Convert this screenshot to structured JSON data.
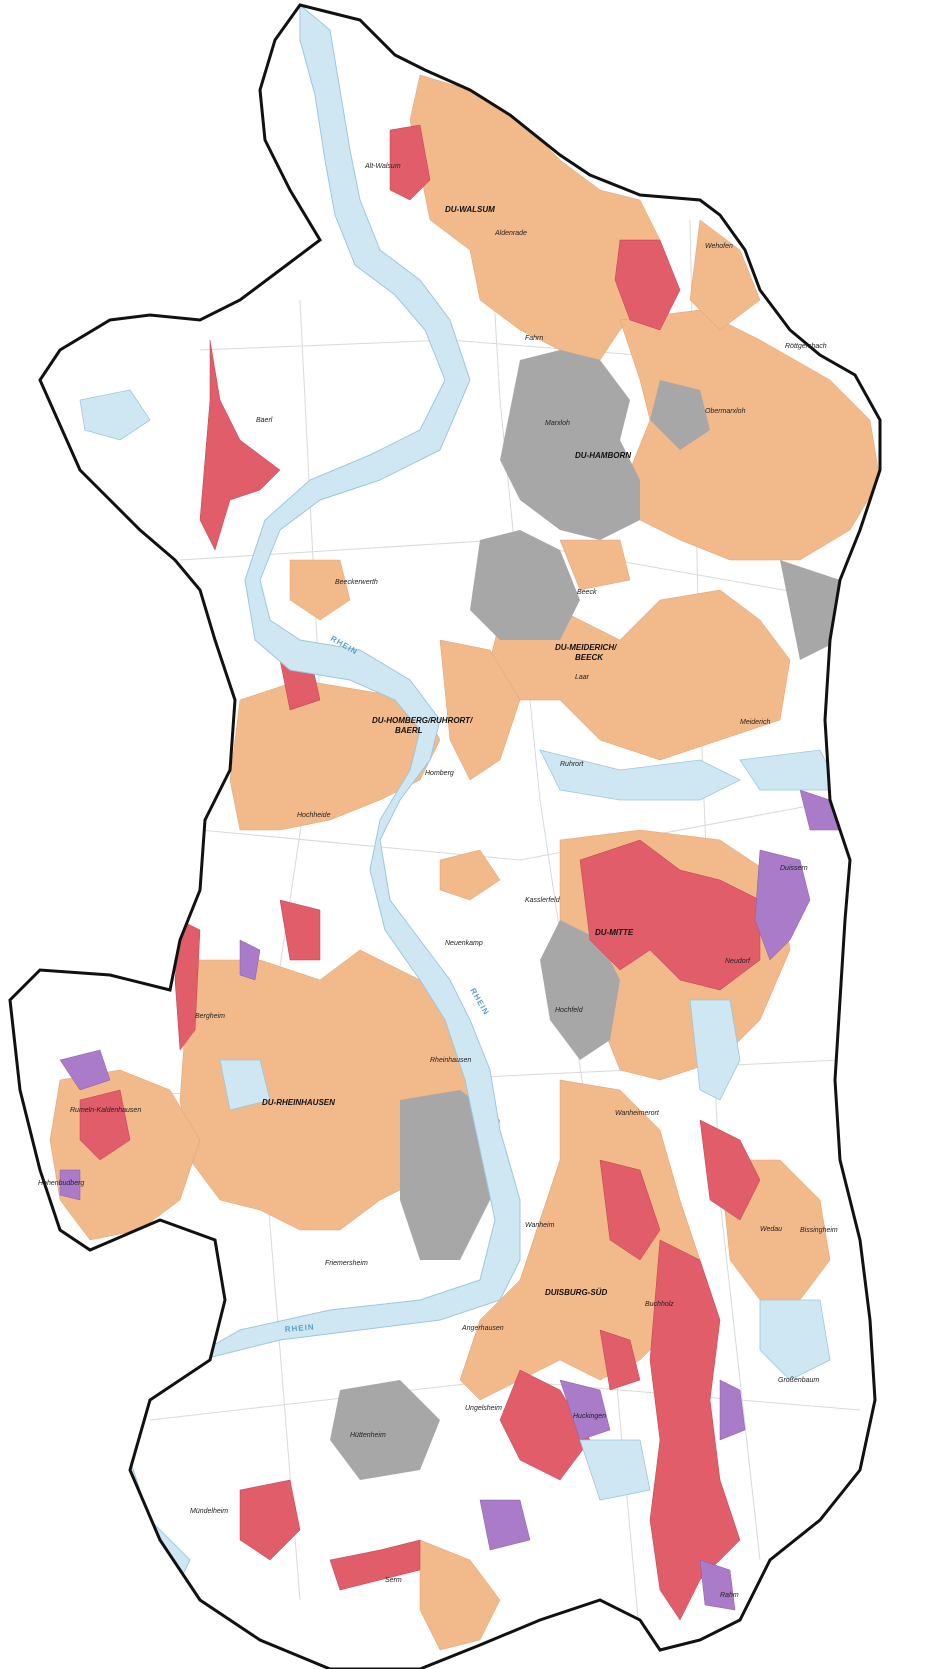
{
  "colors": {
    "background": "#ffffff",
    "river": "#cfe7f2",
    "river_edge": "#9cc7dd",
    "zone_orange": "#f2b98a",
    "zone_red": "#e15d6a",
    "zone_purple": "#a97bc9",
    "industry_gray": "#a7a7a7",
    "building_gray": "#7f7f7f",
    "boundary": "#111111",
    "street": "#d9d9d9"
  },
  "river_labels": [
    "RHEIN",
    "RHEIN",
    "RHEIN"
  ],
  "district_labels": [
    "DU-WALSUM",
    "DU-HAMBORN",
    "DU-MEIDERICH/",
    "BEECK",
    "DU-HOMBERG/RUHRORT/",
    "BAERL",
    "DU-MITTE",
    "DU-RHEINHAUSEN",
    "DUISBURG-SÜD"
  ],
  "place_labels": [
    "Alt-Walsum",
    "Aldenrade",
    "Wehofen",
    "Fahrn",
    "Röttgersbach",
    "Marxloh",
    "Obermarxloh",
    "Baerl",
    "Beeckerwerth",
    "Beeck",
    "Laar",
    "Ruhrort",
    "Homberg",
    "Hochheide",
    "Meiderich",
    "Kasslerfeld",
    "Neuenkamp",
    "Duissern",
    "Neudorf",
    "Hochfeld",
    "Rheinhausen",
    "Bergheim",
    "Friemersheim",
    "Wanheimerort",
    "Wanheim",
    "Hüttenheim",
    "Buchholz",
    "Wedau",
    "Bissingheim",
    "Großenbaum",
    "Rahm",
    "Huckingen",
    "Ungelsheim",
    "Mündelheim",
    "Serm",
    "Angerhausen",
    "Rumeln-Kaldenhausen",
    "Hohenbudberg"
  ]
}
